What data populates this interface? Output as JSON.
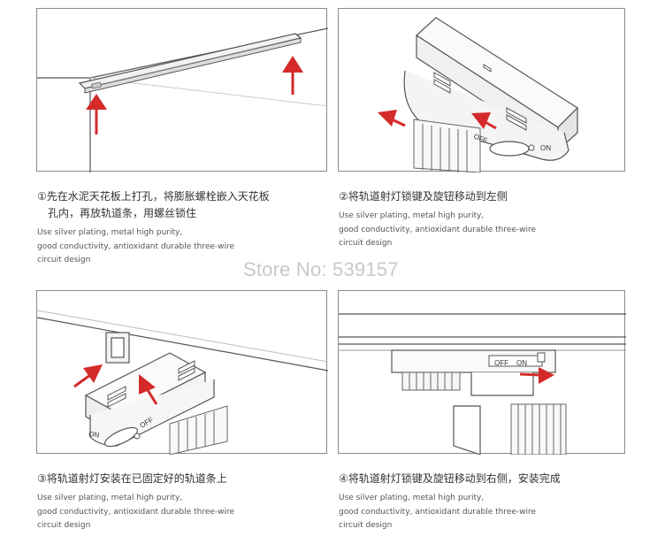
{
  "watermark": "Store No: 539157",
  "steps": [
    {
      "title_line1": "①先在水泥天花板上打孔，将膨胀螺栓嵌入天花板",
      "title_line2": "孔内，再放轨道条，用螺丝锁住",
      "desc": [
        "Use silver plating, metal high purity,",
        "good conductivity, antioxidant durable three-wire",
        "circuit design"
      ]
    },
    {
      "title_line1": "②将轨道射灯锁键及旋钮移动到左侧",
      "desc": [
        "Use silver plating, metal high purity,",
        "good conductivity, antioxidant durable three-wire",
        "circuit design"
      ],
      "labels": {
        "off": "OFF",
        "on": "ON"
      }
    },
    {
      "title_line1": "③将轨道射灯安装在已固定好的轨道条上",
      "desc": [
        "Use silver plating, metal high purity,",
        "good conductivity, antioxidant durable three-wire",
        "circuit design"
      ],
      "labels": {
        "off": "OFF",
        "on": "ON"
      }
    },
    {
      "title_line1": "④将轨道射灯锁键及旋钮移动到右侧，安装完成",
      "desc": [
        "Use silver plating, metal high purity,",
        "good conductivity, antioxidant durable three-wire",
        "circuit design"
      ],
      "labels": {
        "off": "OFF",
        "on": "ON"
      }
    }
  ],
  "colors": {
    "arrow": "#d42a2a",
    "line": "#6a6a6a"
  }
}
